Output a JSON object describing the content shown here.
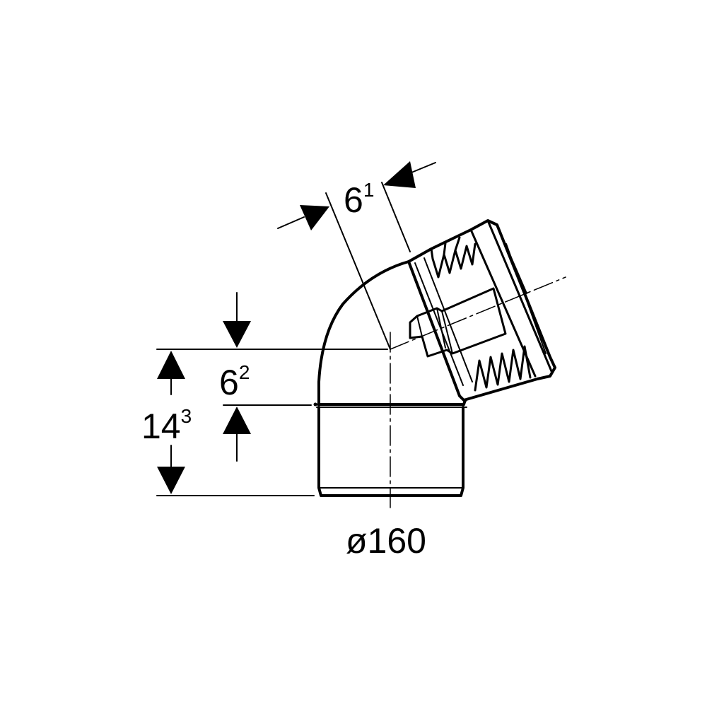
{
  "drawing": {
    "line_color": "#000000",
    "background": "#ffffff"
  },
  "dimensions": {
    "diameter": {
      "label": "ø160"
    },
    "outlet_offset": {
      "main": "6",
      "sup": "1"
    },
    "inlet_height": {
      "main": "6",
      "sup": "2"
    },
    "total_height": {
      "main": "14",
      "sup": "3"
    }
  }
}
